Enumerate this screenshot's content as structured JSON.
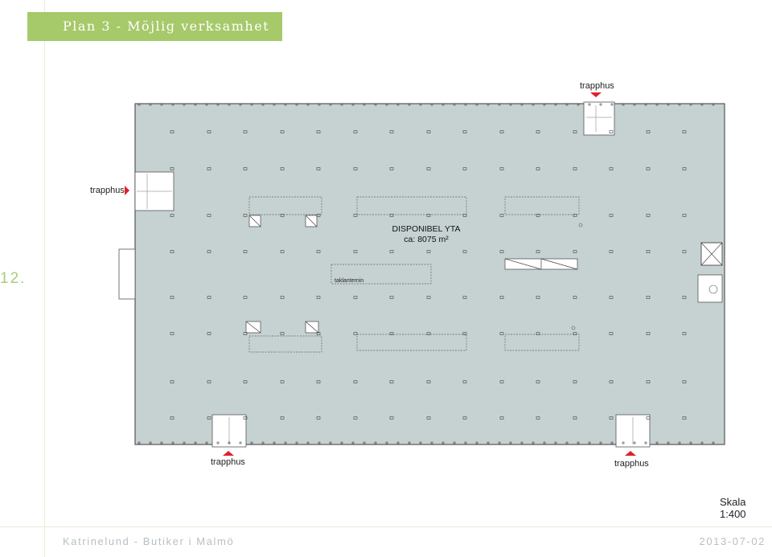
{
  "title": "Plan 3 - Möjlig verksamhet",
  "side_number": "12.",
  "footer": {
    "left": "Katrinelund - Butiker i Malmö",
    "right": "2013-07-02"
  },
  "scale": "Skala 1:400",
  "plan": {
    "area_name": "DISPONIBEL YTA",
    "area_size": "ca: 8075 m²",
    "skylight_label": "taklanternin",
    "stair_labels": {
      "top": "trapphus",
      "left": "trapphus",
      "bottom_left": "trapphus",
      "bottom_right": "trapphus"
    }
  },
  "colors": {
    "floor": "#c5d2d1",
    "title_box": "#a6c96a",
    "marker": "#e0202a",
    "accent_text": "#a9cd79",
    "footer_text": "#b8bfc4"
  }
}
